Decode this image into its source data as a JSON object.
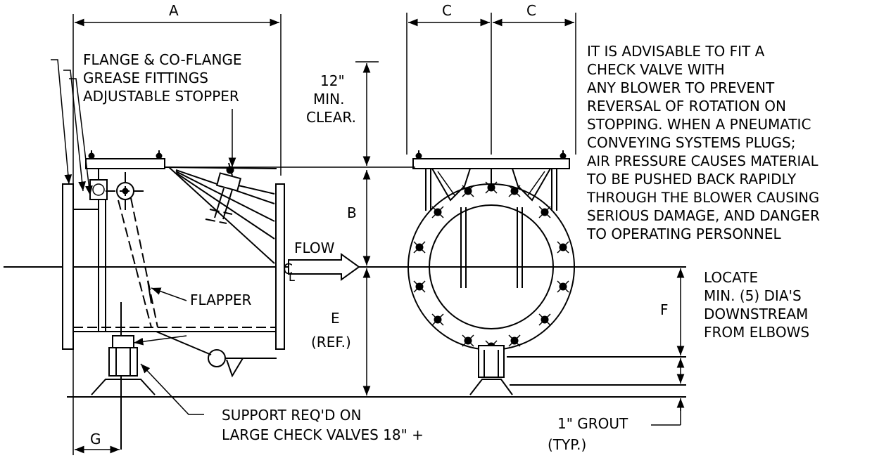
{
  "dimensions": {
    "a": "A",
    "b": "B",
    "c_left": "C",
    "c_right": "C",
    "e": "E",
    "e_ref": "(REF.)",
    "f": "F",
    "g": "G"
  },
  "labels": {
    "flange_line1": "FLANGE & CO-FLANGE",
    "flange_line2": "GREASE FITTINGS",
    "flange_line3": "ADJUSTABLE STOPPER",
    "clear_line1": "12\"",
    "clear_line2": "MIN.",
    "clear_line3": "CLEAR.",
    "flow": "FLOW",
    "flapper": "FLAPPER",
    "centerline_c": "C",
    "centerline_l": "L",
    "support_line1": "SUPPORT REQ'D ON",
    "support_line2": "LARGE CHECK VALVES 18\" +",
    "grout_line1": "1\" GROUT",
    "grout_line2": "(TYP.)"
  },
  "notes": {
    "advisory": [
      "IT IS ADVISABLE TO FIT A",
      "CHECK VALVE WITH",
      "ANY BLOWER TO PREVENT",
      "REVERSAL OF ROTATION ON",
      "STOPPING. WHEN A PNEUMATIC",
      "CONVEYING SYSTEMS  PLUGS;",
      "AIR PRESSURE CAUSES MATERIAL",
      "TO BE PUSHED BACK RAPIDLY",
      "THROUGH THE BLOWER CAUSING",
      "SERIOUS DAMAGE, AND DANGER",
      "TO OPERATING PERSONNEL"
    ],
    "locate": [
      "LOCATE",
      "MIN. (5) DIA'S",
      "DOWNSTREAM",
      "FROM ELBOWS"
    ]
  }
}
